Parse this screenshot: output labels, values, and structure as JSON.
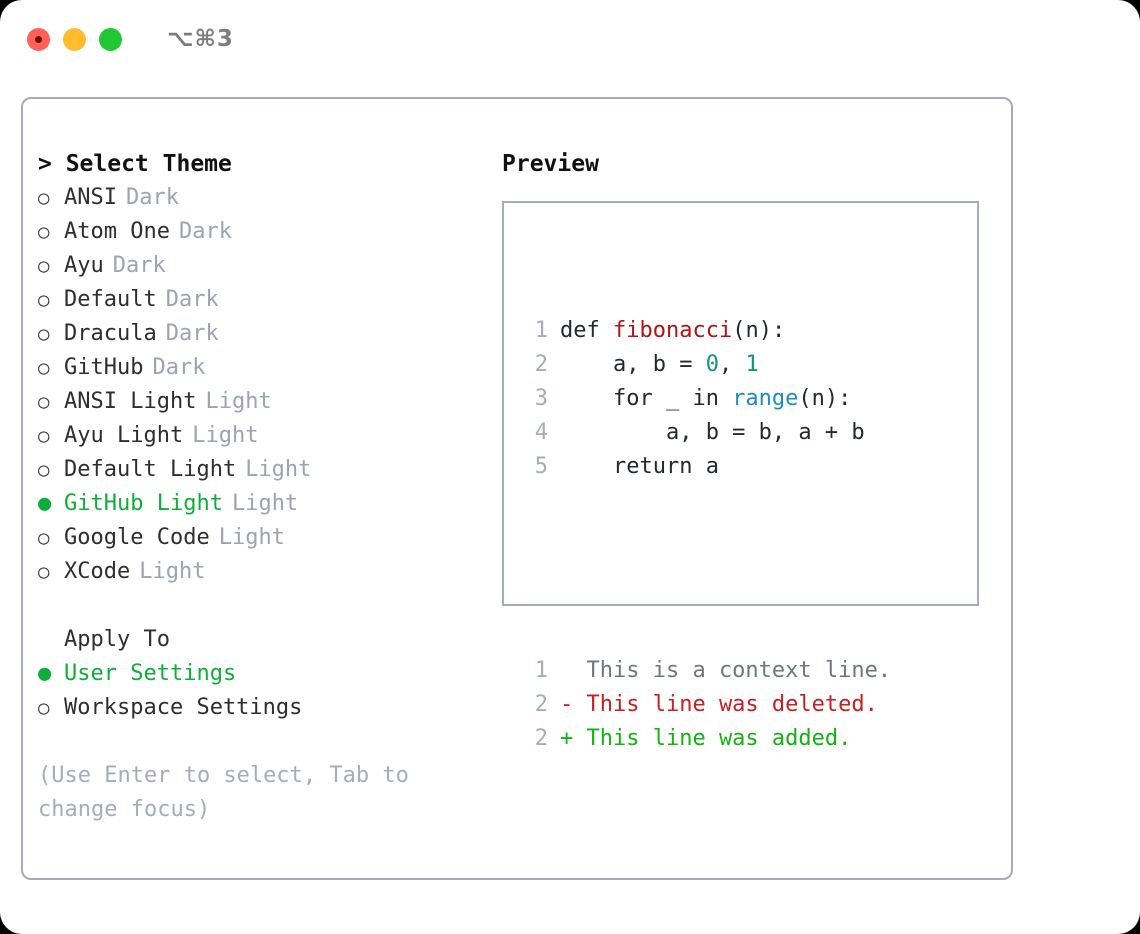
{
  "titlebar": {
    "shortcut": "⌥⌘3",
    "buttons": [
      {
        "name": "close",
        "color": "#ff6058"
      },
      {
        "name": "minimize",
        "color": "#ffbd2e"
      },
      {
        "name": "maximize",
        "color": "#20c933"
      }
    ]
  },
  "theme_picker": {
    "heading": "> Select Theme",
    "marker_unselected": "○",
    "marker_selected": "●",
    "items": [
      {
        "label": "ANSI",
        "category": "Dark",
        "selected": false
      },
      {
        "label": "Atom One",
        "category": "Dark",
        "selected": false
      },
      {
        "label": "Ayu",
        "category": "Dark",
        "selected": false
      },
      {
        "label": "Default",
        "category": "Dark",
        "selected": false
      },
      {
        "label": "Dracula",
        "category": "Dark",
        "selected": false
      },
      {
        "label": "GitHub",
        "category": "Dark",
        "selected": false
      },
      {
        "label": "ANSI Light",
        "category": "Light",
        "selected": false
      },
      {
        "label": "Ayu Light",
        "category": "Light",
        "selected": false
      },
      {
        "label": "Default Light",
        "category": "Light",
        "selected": false
      },
      {
        "label": "GitHub Light",
        "category": "Light",
        "selected": true
      },
      {
        "label": "Google Code",
        "category": "Light",
        "selected": false
      },
      {
        "label": "XCode",
        "category": "Light",
        "selected": false
      }
    ]
  },
  "apply_to": {
    "label": "Apply To",
    "items": [
      {
        "label": "User Settings",
        "selected": true
      },
      {
        "label": "Workspace Settings",
        "selected": false
      }
    ]
  },
  "hint": "(Use Enter to select, Tab to change focus)",
  "preview": {
    "title": "Preview",
    "code_lines": [
      {
        "no": "1",
        "tokens": [
          {
            "t": "def ",
            "c": "plain"
          },
          {
            "t": "fibonacci",
            "c": "func"
          },
          {
            "t": "(n):",
            "c": "plain"
          }
        ]
      },
      {
        "no": "2",
        "tokens": [
          {
            "t": "    a, b = ",
            "c": "plain"
          },
          {
            "t": "0",
            "c": "num"
          },
          {
            "t": ", ",
            "c": "plain"
          },
          {
            "t": "1",
            "c": "num"
          }
        ]
      },
      {
        "no": "3",
        "tokens": [
          {
            "t": "    for _ in ",
            "c": "plain"
          },
          {
            "t": "range",
            "c": "builtin"
          },
          {
            "t": "(n):",
            "c": "plain"
          }
        ]
      },
      {
        "no": "4",
        "tokens": [
          {
            "t": "        a, b = b, a + b",
            "c": "plain"
          }
        ]
      },
      {
        "no": "5",
        "tokens": [
          {
            "t": "    return a",
            "c": "plain"
          }
        ]
      }
    ],
    "diff_lines": [
      {
        "no": "1",
        "tokens": [
          {
            "t": "  This is a context line.",
            "c": "ctx"
          }
        ]
      },
      {
        "no": "2",
        "tokens": [
          {
            "t": "- This line was deleted.",
            "c": "del"
          }
        ]
      },
      {
        "no": "2",
        "tokens": [
          {
            "t": "+ This line was added.",
            "c": "add"
          }
        ]
      }
    ]
  },
  "colors": {
    "accent_green": "#0fae3b",
    "border": "#a3adbd",
    "muted": "#9aa4b4",
    "code_func": "#b01313",
    "code_num": "#109485",
    "code_builtin": "#1c8cbd",
    "diff_del": "#c62020",
    "diff_add": "#12b312",
    "diff_ctx": "#6e7781"
  }
}
